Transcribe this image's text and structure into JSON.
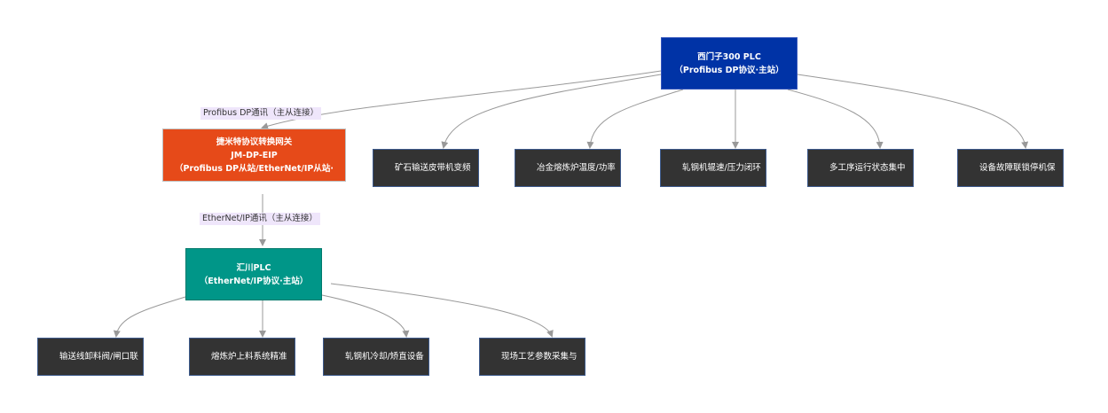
{
  "colors": {
    "siemens": "#0033a6",
    "gateway": "#e64a19",
    "inovance": "#009688",
    "leaf": "#333333",
    "leaf_border": "#3d5a8c",
    "edge": "#999999",
    "edge_label_bg": "#efe6fb"
  },
  "nodes": {
    "siemens": {
      "line1": "西门子300 PLC",
      "line2": "（Profibus DP协议·主站）"
    },
    "gateway": {
      "line1": "捷米特协议转换网关",
      "line2": "JM-DP-EIP",
      "line3": "（Profibus DP从站/EtherNet/IP从站·"
    },
    "inovance": {
      "line1": "汇川PLC",
      "line2": "（EtherNet/IP协议·主站）"
    },
    "siemens_children": [
      "矿石输送皮带机变频",
      "冶金熔炼炉温度/功率",
      "轧钢机辊速/压力闭环",
      "多工序运行状态集中",
      "设备故障联锁停机保"
    ],
    "inovance_children": [
      "输送线卸料阀/闸口联",
      "熔炼炉上料系统精准",
      "轧钢机冷却/矫直设备",
      "现场工艺参数采集与"
    ]
  },
  "edge_labels": {
    "siemens_gateway": "Profibus DP通讯（主从连接）",
    "gateway_inovance": "EtherNet/IP通讯（主从连接）"
  }
}
